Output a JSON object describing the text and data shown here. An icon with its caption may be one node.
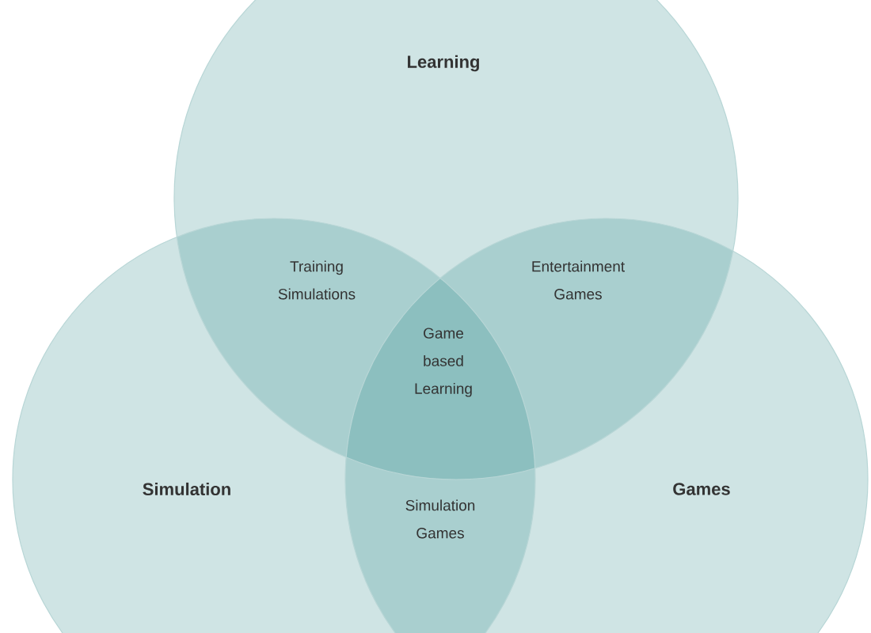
{
  "diagram": {
    "nodes": [
      {
        "text": [
          "Learning"
        ]
      },
      {
        "text": [
          "Simulation"
        ]
      },
      {
        "text": [
          "Games"
        ]
      }
    ],
    "edges": [],
    "labels": [
      "Training Simulations",
      "Entertainment Games",
      "Game based Learning",
      "Simulation Games"
    ]
  }
}
